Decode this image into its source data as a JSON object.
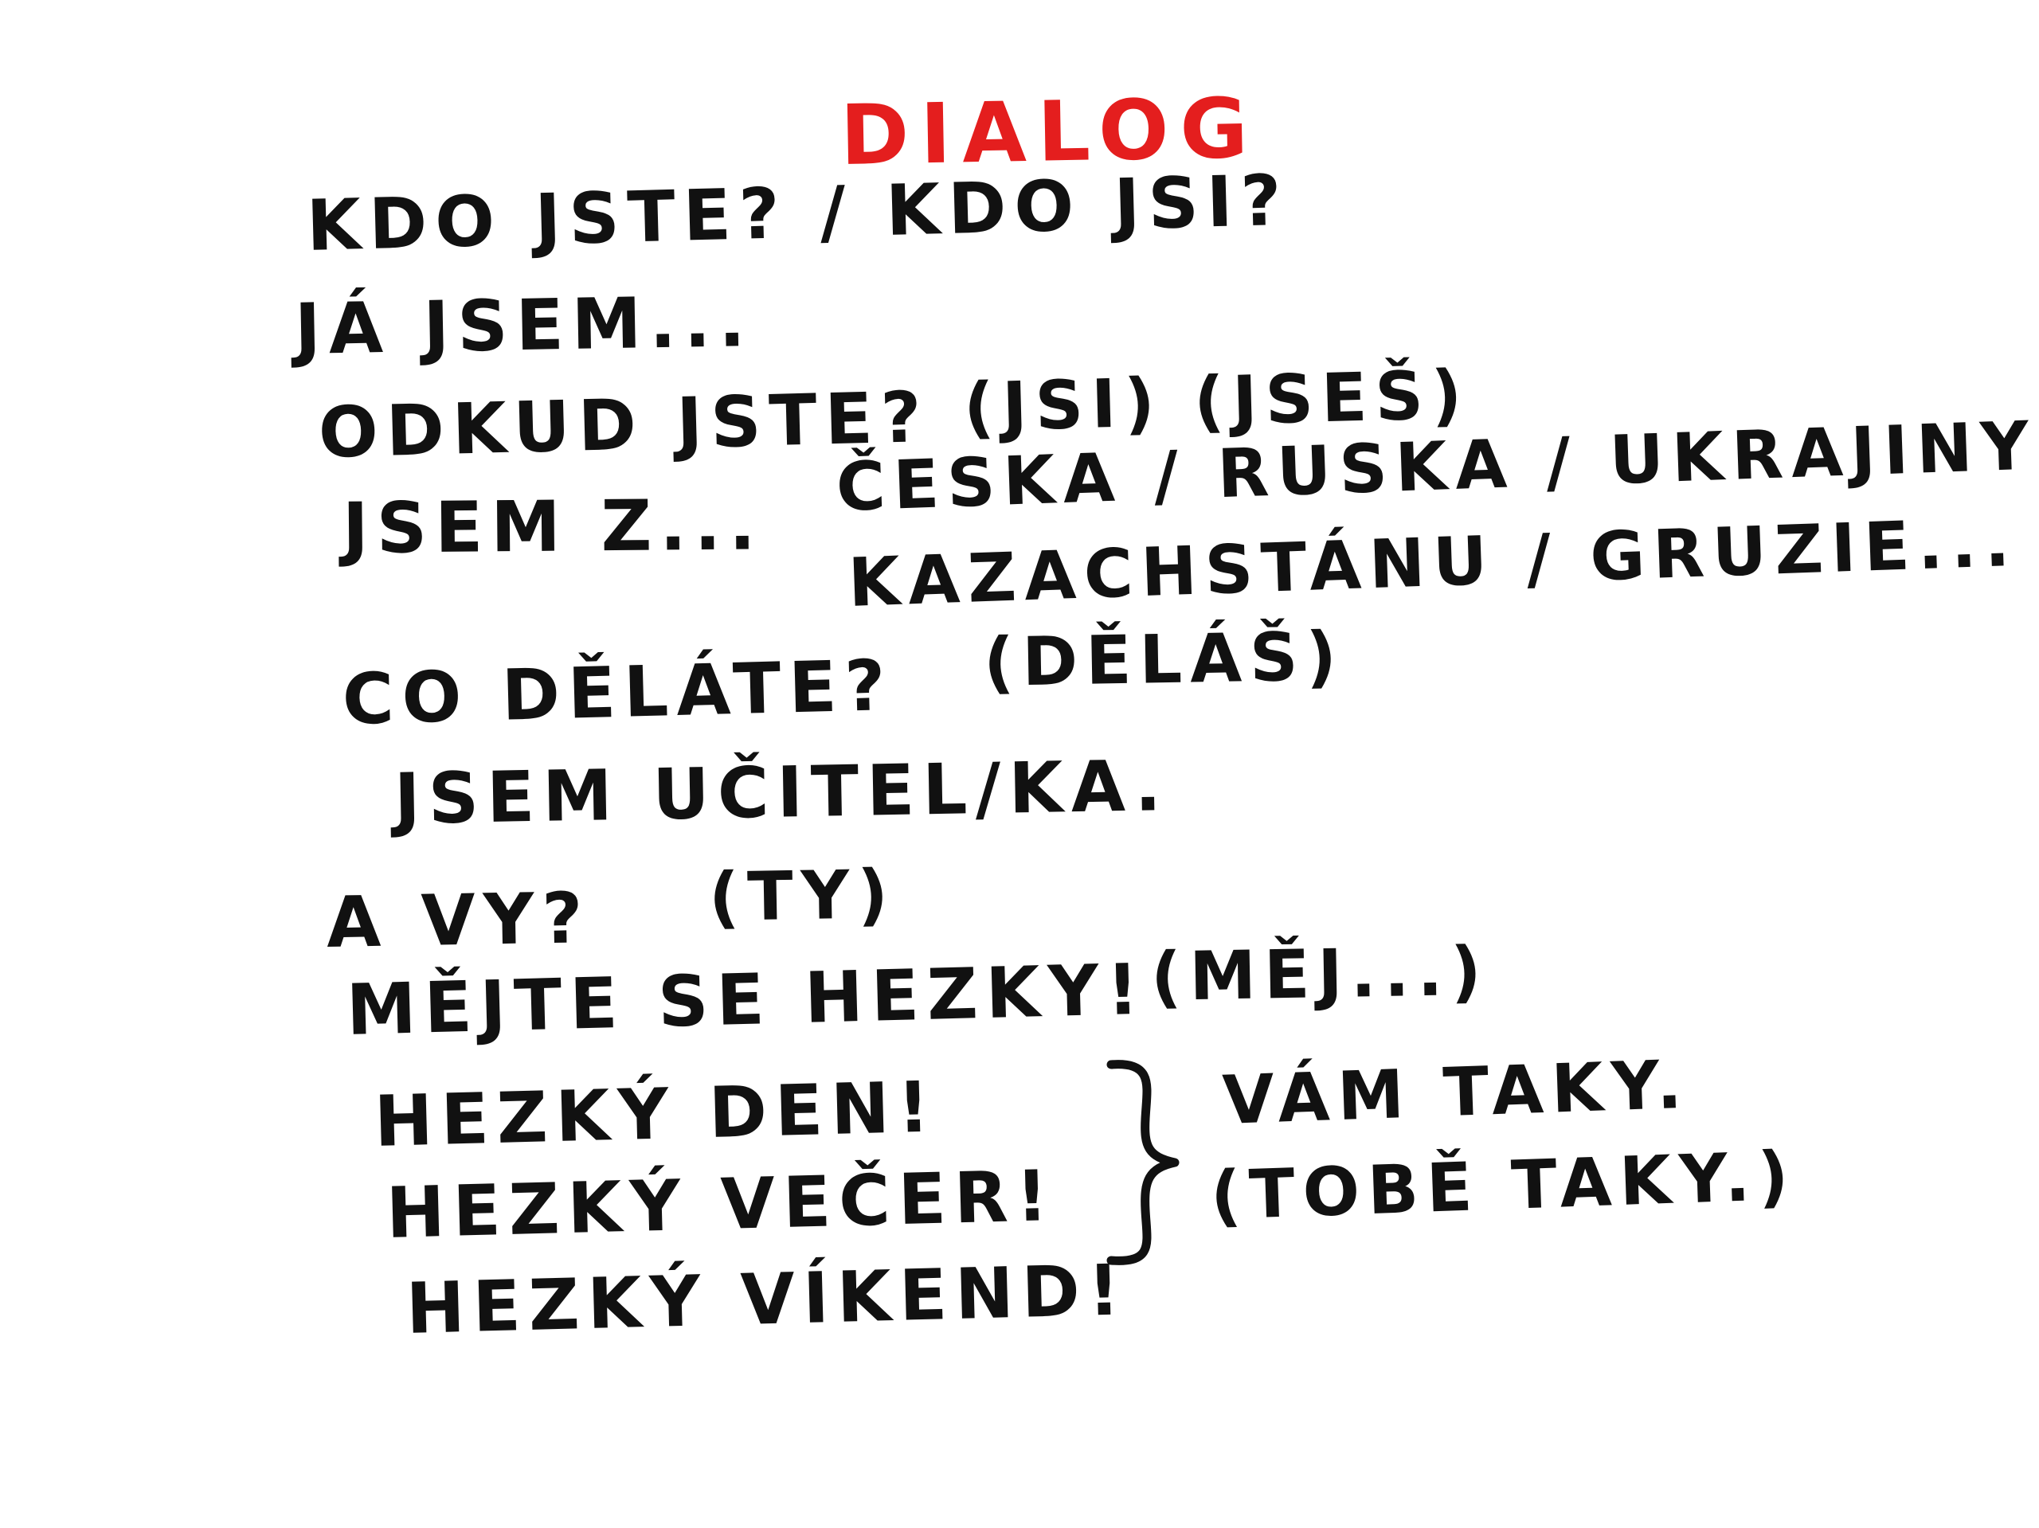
{
  "title": "DIALOG",
  "colors": {
    "title": "#e41e1e",
    "ink": "#111111",
    "background": "#ffffff"
  },
  "lines": {
    "l1": "KDO JSTE? / KDO JSI?",
    "l2": "JÁ JSEM...",
    "l3": "ODKUD JSTE?",
    "l3_alt": "(JSI) (JSEŠ)",
    "l4": "JSEM Z...",
    "l4_options_1": "ČESKA / RUSKA / UKRAJINY /",
    "l4_options_2": "KAZACHSTÁNU / GRUZIE...",
    "l5": "CO DĚLÁTE?",
    "l5_alt": "(DĚLÁŠ)",
    "l6": "JSEM UČITEL/KA.",
    "l7": "A VY?",
    "l7_alt": "(TY)",
    "l8": "MĚJTE SE HEZKY!",
    "l8_alt": "(MĚJ...)",
    "l9": "HEZKÝ DEN!",
    "l10": "HEZKÝ VEČER!",
    "l11": "HEZKÝ VÍKEND!",
    "reply_1": "VÁM TAKY.",
    "reply_2": "(TOBĚ TAKY.)"
  }
}
